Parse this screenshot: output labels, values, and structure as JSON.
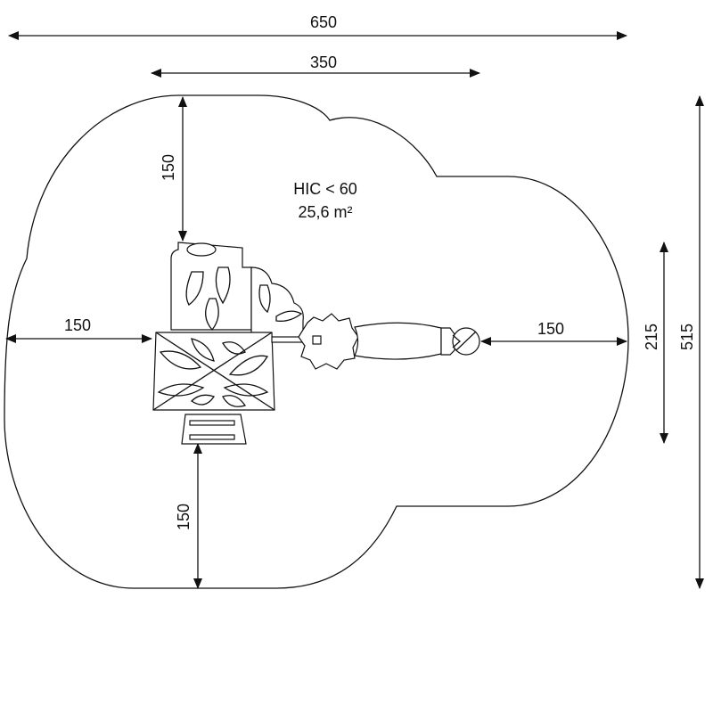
{
  "dimensions": {
    "total_width": "650",
    "equipment_width": "350",
    "top_clearance": "150",
    "left_clearance": "150",
    "right_clearance": "150",
    "bottom_clearance": "150",
    "equipment_depth": "215",
    "total_depth": "515"
  },
  "area": {
    "hic": "HIC < 60",
    "surface": "25,6 m²"
  },
  "colors": {
    "line": "#111111",
    "background": "#ffffff"
  }
}
